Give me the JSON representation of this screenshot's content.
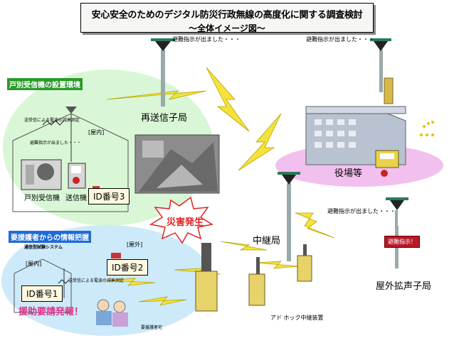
{
  "title": {
    "line1": "安心安全のためのデジタル防災行政無線の高度化に関する調査検討",
    "line2": "〜全体イメージ図〜"
  },
  "labels": {
    "retransmit_station": "再送信子局",
    "city_hall": "役場等",
    "relay_station": "中継局",
    "outdoor_speaker": "屋外拡声子局",
    "disaster": "災害発生",
    "adhoc_relay": "アド ホック中継装置",
    "care_house": "要援護者宅"
  },
  "speech": {
    "evac1": "避難指示が出ました・・・",
    "evac2": "避難指示が出ました・・・",
    "evac3": "避難指示が出ました・・・",
    "evac4": "避難指示が出ました・・・"
  },
  "household": {
    "title": "戸別受信機の設置環境",
    "measure": "送受信による電波の減衰測定",
    "indoor": "[屋内]",
    "receiver": "戸別受信機",
    "transmitter": "送信機",
    "id3": "ID番号3"
  },
  "support": {
    "title": "要援護者からの情報把握",
    "subtitle": "通信型試験システム",
    "outdoor": "[屋外]",
    "indoor": "[屋内]",
    "id2": "ID番号2",
    "id1": "ID番号1",
    "measure": "送受信による電波の減衰測定",
    "help": "援助要請発報！"
  },
  "sign_text": "避難指示！",
  "colors": {
    "lightning": "#f5e23a",
    "green_zone": "#d9f7d6",
    "blue_zone": "#cdeafa",
    "pink_zone": "#f2c0ee",
    "building": "#b9c2d0",
    "disaster_red": "#e02020"
  }
}
